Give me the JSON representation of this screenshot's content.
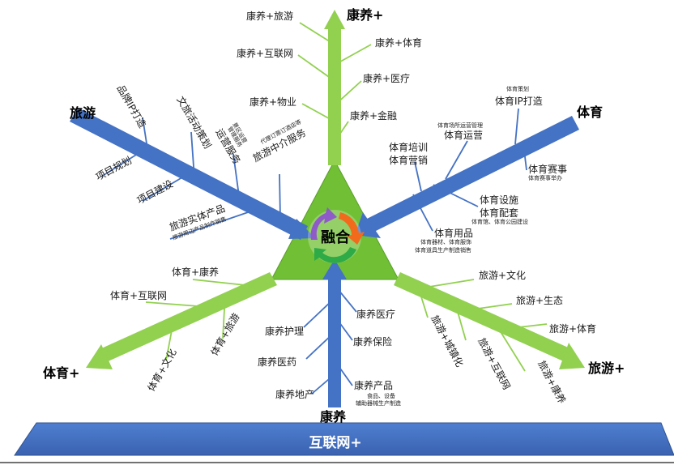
{
  "colors": {
    "green": "#92d050",
    "green_dark": "#7cb342",
    "blue": "#4472c4",
    "blue_dark": "#3a5faa",
    "triangle": "#70bf35",
    "base_bar": "#4472c4"
  },
  "base": {
    "label": "互联网+"
  },
  "center": {
    "label": "融合"
  },
  "heads": {
    "top_green": "康养+",
    "bottom_blue": "康养",
    "left_blue": "旅游",
    "left_green": "体育+",
    "right_blue": "体育",
    "right_green": "旅游+"
  },
  "branches": {
    "kangyang_plus": [
      "康养+旅游",
      "康养+体育",
      "康养+互联网",
      "康养+医疗",
      "康养+物业",
      "康养+金融"
    ],
    "kangyang": [
      "康养医疗",
      "康养护理",
      "康养保险",
      "康养医药",
      "康养产品",
      "康养地产"
    ],
    "kangyang_product_sub": [
      "食品、设备",
      "辅助器械生产制造"
    ],
    "lvyou": [
      "品牌IP打造",
      "文旅活动策划",
      "项目规划",
      "运营服务",
      "项目建设",
      "旅游中介服务",
      "旅游实体产品"
    ],
    "lvyou_sub": {
      "yunying": [
        "景区运营",
        "管理服务"
      ],
      "zhongjie": [
        "代理订票订酒店等"
      ],
      "shiti": [
        "旅游周边产品制作销售"
      ]
    },
    "tiyu_plus": [
      "体育+康养",
      "体育+互联网",
      "体育+旅游",
      "体育+文化"
    ],
    "tiyu": [
      "体育IP打造",
      "体育运营",
      "体育培训",
      "体育营销",
      "体育赛事",
      "体育设施",
      "体育配套",
      "体育用品"
    ],
    "tiyu_sub": {
      "cehua": "体育策划",
      "changsuo": "体育场所运营管理",
      "saishi": "体育赛事举办",
      "jianshe": "体育馆、体育公园建设",
      "qicai": [
        "体育器材、体育服饰",
        "体育道具生产制造销售"
      ]
    },
    "lvyou_plus": [
      "旅游+文化",
      "旅游+生态",
      "旅游+体育",
      "旅游+城镇化",
      "旅游+互联网",
      "旅游+康养"
    ]
  }
}
